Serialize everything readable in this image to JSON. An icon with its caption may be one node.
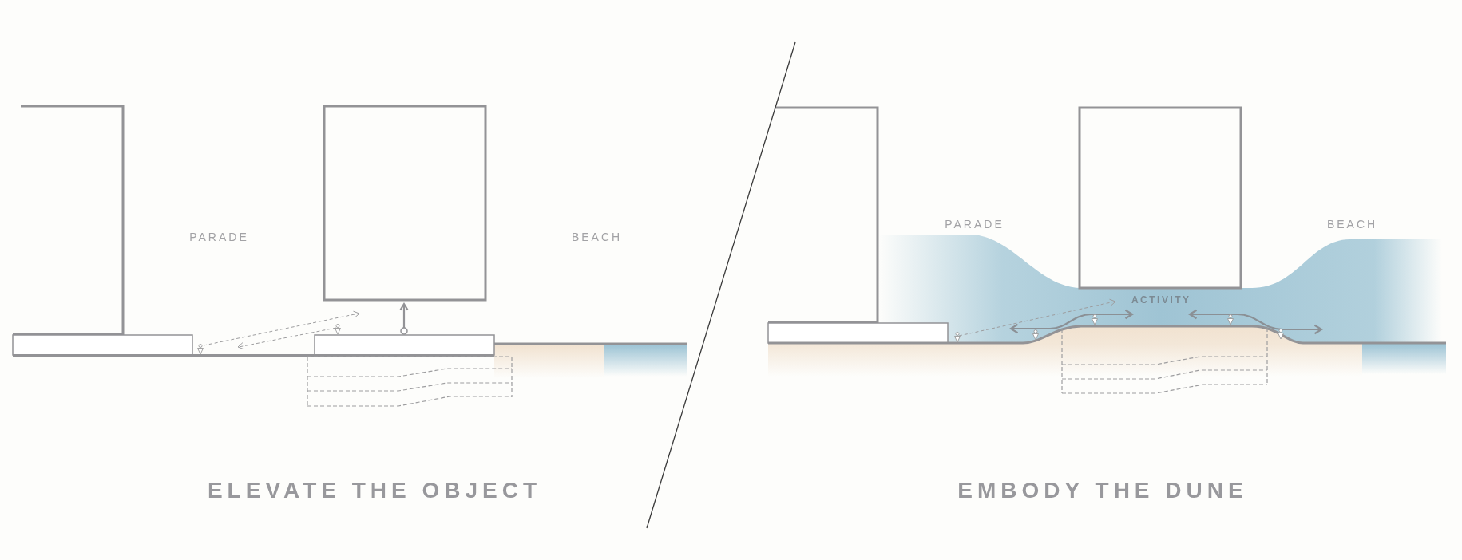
{
  "diagram": {
    "labels": [
      "PARADE",
      "BEACH",
      "ELEVATE THE OBJECT",
      "PARADE",
      "BEACH",
      "ACTIVITY",
      "EMBODY THE DUNE"
    ]
  }
}
